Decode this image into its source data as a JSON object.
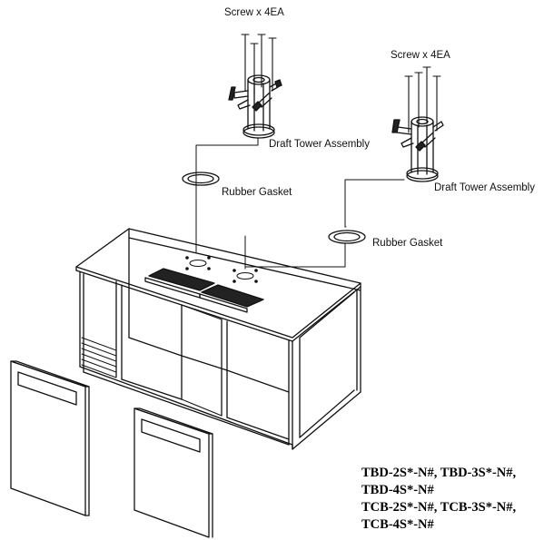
{
  "labels": {
    "screw_left": "Screw x 4EA",
    "screw_right": "Screw x 4EA",
    "tower_left": "Draft Tower Assembly",
    "tower_right": "Draft Tower Assembly",
    "gasket_left": "Rubber Gasket",
    "gasket_right": "Rubber Gasket"
  },
  "models": [
    "TBD-2S*-N#, TBD-3S*-N#,",
    "TBD-4S*-N#",
    "TCB-2S*-N#, TCB-3S*-N#,",
    "TCB-4S*-N#"
  ]
}
